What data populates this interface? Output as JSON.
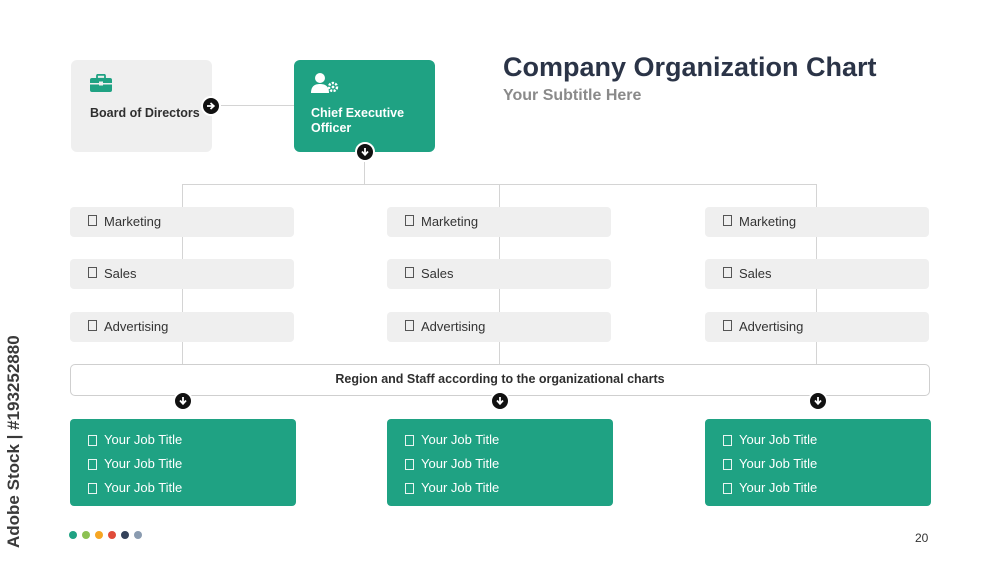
{
  "header": {
    "title": "Company Organization Chart",
    "subtitle": "Your Subtitle Here"
  },
  "board": {
    "label": "Board of Directors",
    "icon": "briefcase-icon"
  },
  "ceo": {
    "label": "Chief Executive Officer",
    "icon": "user-gear-icon"
  },
  "columns": [
    {
      "departments": [
        "Marketing",
        "Sales",
        "Advertising"
      ],
      "job_titles": [
        "Your Job Title",
        "Your Job Title",
        "Your Job Title"
      ]
    },
    {
      "departments": [
        "Marketing",
        "Sales",
        "Advertising"
      ],
      "job_titles": [
        "Your Job Title",
        "Your Job Title",
        "Your Job Title"
      ]
    },
    {
      "departments": [
        "Marketing",
        "Sales",
        "Advertising"
      ],
      "job_titles": [
        "Your Job Title",
        "Your Job Title",
        "Your Job Title"
      ]
    }
  ],
  "region_label": "Region and Staff according to the organizational charts",
  "page_number": "20",
  "watermark": "Adobe Stock | #193252880",
  "colors": {
    "accent": "#1fa283",
    "dark": "#2b3447",
    "palette_dots": [
      "#1fa283",
      "#8cc152",
      "#f6a623",
      "#e04b3a",
      "#34425a",
      "#8a9bb0"
    ]
  }
}
